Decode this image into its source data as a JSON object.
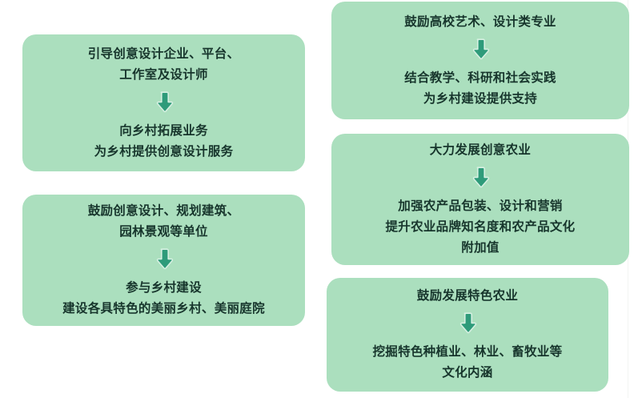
{
  "theme": {
    "background": "#ffffff",
    "card_fill": "#abdfbe",
    "text_color": "#17352c",
    "arrow_color": "#2e9b7a",
    "arrow_outline": "#cfeddc"
  },
  "diagram": {
    "type": "flow-cards",
    "columns": 2,
    "cards": [
      {
        "id": "card-l1",
        "column": "left",
        "order": 1,
        "connector": "down-arrow",
        "title_lines": [
          "引导创意设计企业、平台、",
          "工作室及设计师"
        ],
        "body_lines": [
          "向乡村拓展业务",
          "为乡村提供创意设计服务"
        ]
      },
      {
        "id": "card-l2",
        "column": "left",
        "order": 2,
        "connector": "down-arrow",
        "title_lines": [
          "鼓励创意设计、规划建筑、",
          "园林景观等单位"
        ],
        "body_lines": [
          "参与乡村建设",
          "建设各具特色的美丽乡村、美丽庭院"
        ]
      },
      {
        "id": "card-r1",
        "column": "right",
        "order": 1,
        "connector": "down-arrow",
        "title_lines": [
          "鼓励高校艺术、设计类专业"
        ],
        "body_lines": [
          "结合教学、科研和社会实践",
          "为乡村建设提供支持"
        ]
      },
      {
        "id": "card-r2",
        "column": "right",
        "order": 2,
        "connector": "down-arrow",
        "title_lines": [
          "大力发展创意农业"
        ],
        "body_lines": [
          "加强农产品包装、设计和营销",
          "提升农业品牌知名度和农产品文化",
          "附加值"
        ]
      },
      {
        "id": "card-r3",
        "column": "right",
        "order": 3,
        "connector": "down-arrow",
        "title_lines": [
          "鼓励发展特色农业"
        ],
        "body_lines": [
          "挖掘特色种植业、林业、畜牧业等",
          "文化内涵"
        ]
      }
    ]
  },
  "icons": {
    "arrow_down": "arrow-down-icon"
  }
}
